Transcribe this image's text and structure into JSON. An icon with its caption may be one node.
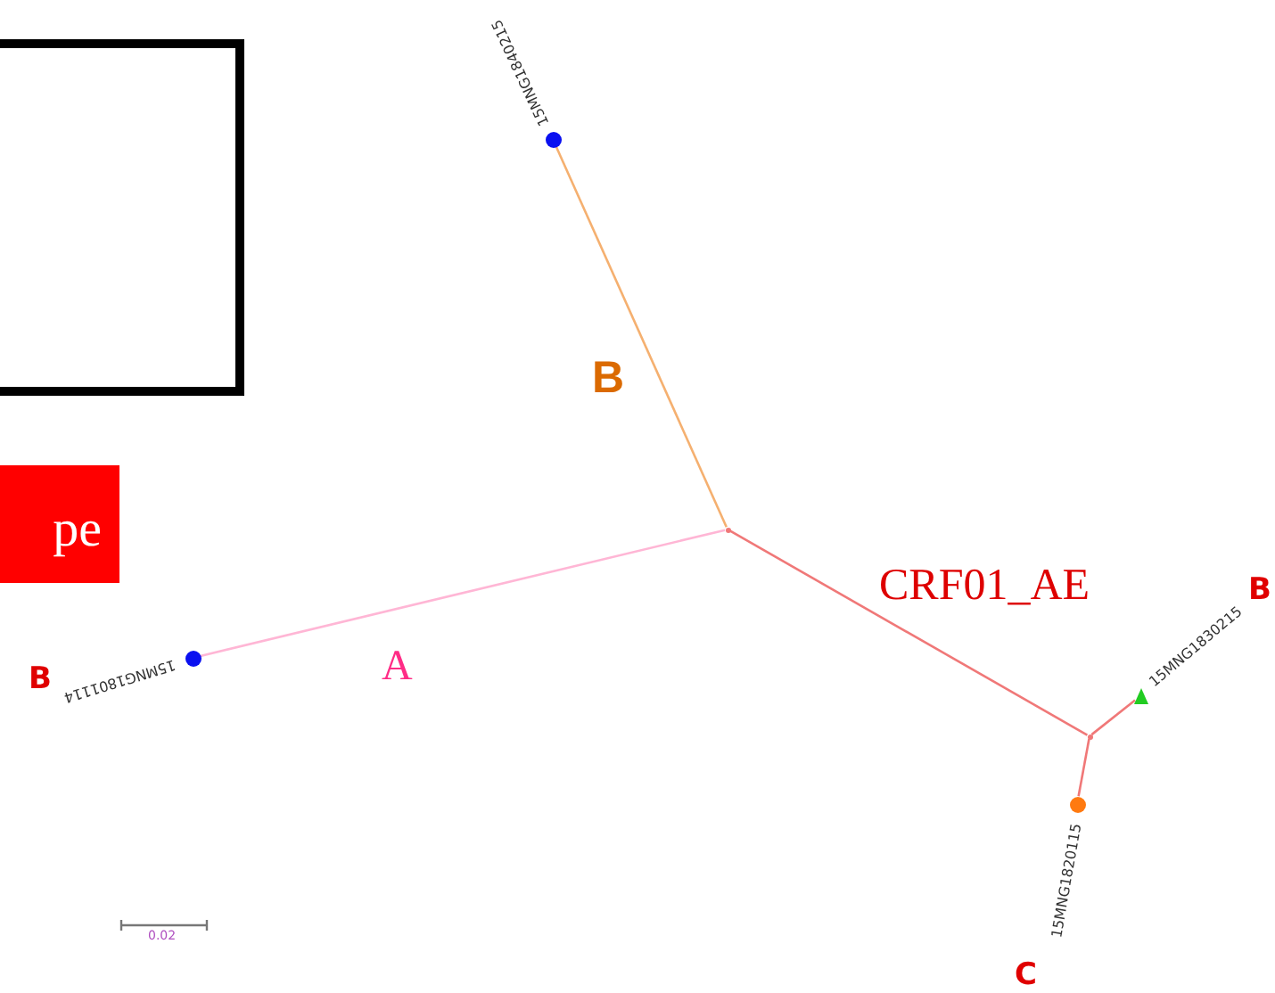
{
  "diagram": {
    "nodes": [
      {
        "text": [],
        "shape": "box"
      },
      {
        "text": [
          "pe"
        ]
      },
      {
        "text": [
          "15MNG1840215"
        ]
      },
      {
        "text": [],
        "shape": "point"
      },
      {
        "text": [
          "15MNG1801114"
        ]
      },
      {
        "text": [],
        "shape": "point"
      },
      {
        "text": [
          "15MNG1830215"
        ]
      },
      {
        "text": [
          "15MNG1820115"
        ]
      }
    ],
    "edges": [
      {
        "from": 3,
        "to": 2,
        "arrow": "none",
        "label": "B",
        "color": "#f5b070"
      },
      {
        "from": 3,
        "to": 4,
        "arrow": "none",
        "label": "A",
        "color": "#ffb6d5"
      },
      {
        "from": 3,
        "to": 5,
        "arrow": "none",
        "label": "CRF01_AE"
      },
      {
        "from": 5,
        "to": 6,
        "arrow": "none"
      },
      {
        "from": 5,
        "to": 7,
        "arrow": "none"
      }
    ],
    "labels": [
      "B",
      "B",
      "0.02",
      "C"
    ]
  }
}
